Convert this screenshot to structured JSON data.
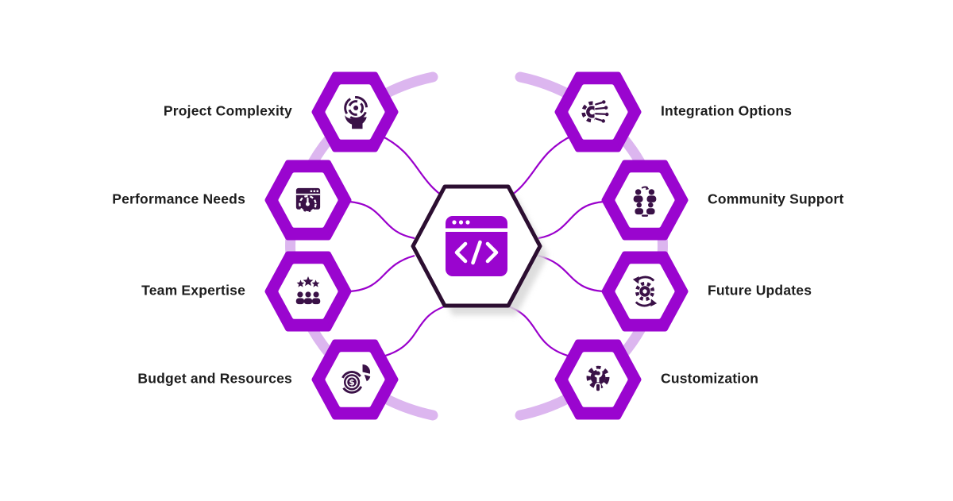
{
  "diagram": {
    "title": "",
    "center": {
      "icon": "code-window-icon"
    },
    "nodes": [
      {
        "id": "project-complexity",
        "label": "Project Complexity",
        "icon": "head-maze-icon",
        "side": "left"
      },
      {
        "id": "performance-needs",
        "label": "Performance Needs",
        "icon": "performance-gauge-icon",
        "side": "left"
      },
      {
        "id": "team-expertise",
        "label": "Team Expertise",
        "icon": "team-stars-icon",
        "side": "left"
      },
      {
        "id": "budget-and-resources",
        "label": "Budget and Resources",
        "icon": "budget-pie-icon",
        "side": "left"
      },
      {
        "id": "integration-options",
        "label": "Integration Options",
        "icon": "gear-circuit-icon",
        "side": "right"
      },
      {
        "id": "community-support",
        "label": "Community Support",
        "icon": "community-people-icon",
        "side": "right"
      },
      {
        "id": "future-updates",
        "label": "Future Updates",
        "icon": "gear-refresh-icon",
        "side": "right"
      },
      {
        "id": "customization",
        "label": "Customization",
        "icon": "gear-wrench-icon",
        "side": "right"
      }
    ],
    "colors": {
      "hex_purple": "#9a05cf",
      "icon_dark": "#3a1147",
      "arc_light": "#dcb6ef",
      "line_purple": "#9a00cc",
      "center_border": "#2c0e31",
      "label_text": "#1d1d1d",
      "background": "#ffffff"
    }
  }
}
